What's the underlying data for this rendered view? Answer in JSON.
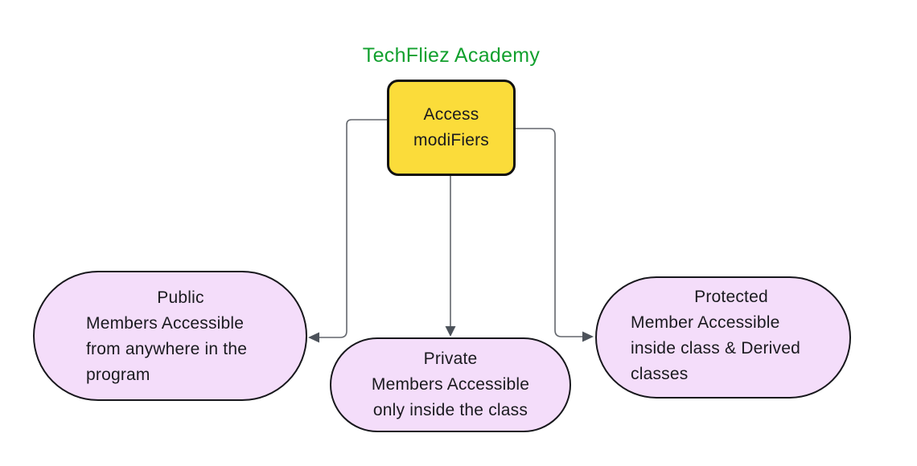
{
  "title": {
    "text": "TechFliez Academy",
    "color": "#12A02E"
  },
  "diagram": {
    "root": {
      "id": "access-modifiers",
      "lines": [
        "Access",
        "modiFiers"
      ],
      "fill": "#FBDC3A",
      "border_color": "#111111"
    },
    "nodes": [
      {
        "id": "public",
        "lines": [
          "Public",
          "Members Accessible",
          "from anywhere in the",
          "program"
        ],
        "fill": "#F4DDFA",
        "border_color": "#17171C"
      },
      {
        "id": "private",
        "lines": [
          "Private",
          "Members Accessible",
          "only inside the class"
        ],
        "fill": "#F4DDFA",
        "border_color": "#17171C"
      },
      {
        "id": "protected",
        "lines": [
          "Protected",
          "Member Accessible",
          "inside class & Derived",
          "classes"
        ],
        "fill": "#F4DDFA",
        "border_color": "#17171C"
      }
    ],
    "edges": [
      {
        "from": "access-modifiers",
        "to": "public"
      },
      {
        "from": "access-modifiers",
        "to": "private"
      },
      {
        "from": "access-modifiers",
        "to": "protected"
      }
    ],
    "edge_color": "#63676D",
    "arrow_color": "#4C525A"
  }
}
